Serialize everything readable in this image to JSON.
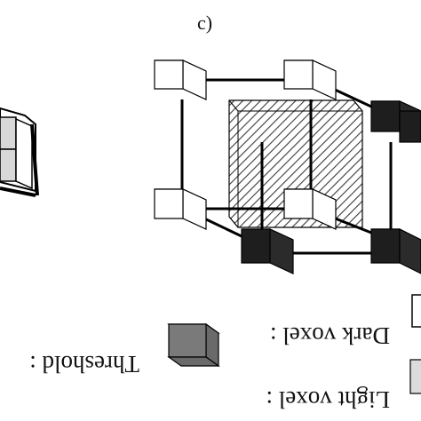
{
  "figure": {
    "panel_label": "c)",
    "legend": {
      "threshold_label": "Threshold :",
      "dark_voxel_label": "Dark voxel :",
      "light_voxel_label": "Light voxel :"
    }
  },
  "colors": {
    "light_voxel": "#ffffff",
    "dark_voxel": "#1e1e1e",
    "threshold_voxel": "#7a7a7a",
    "edge": "#000000",
    "hatch": "#3a3a3a"
  },
  "icons": [
    "light-voxel-cube",
    "dark-voxel-cube",
    "threshold-cube",
    "hatched-threshold-plane"
  ]
}
